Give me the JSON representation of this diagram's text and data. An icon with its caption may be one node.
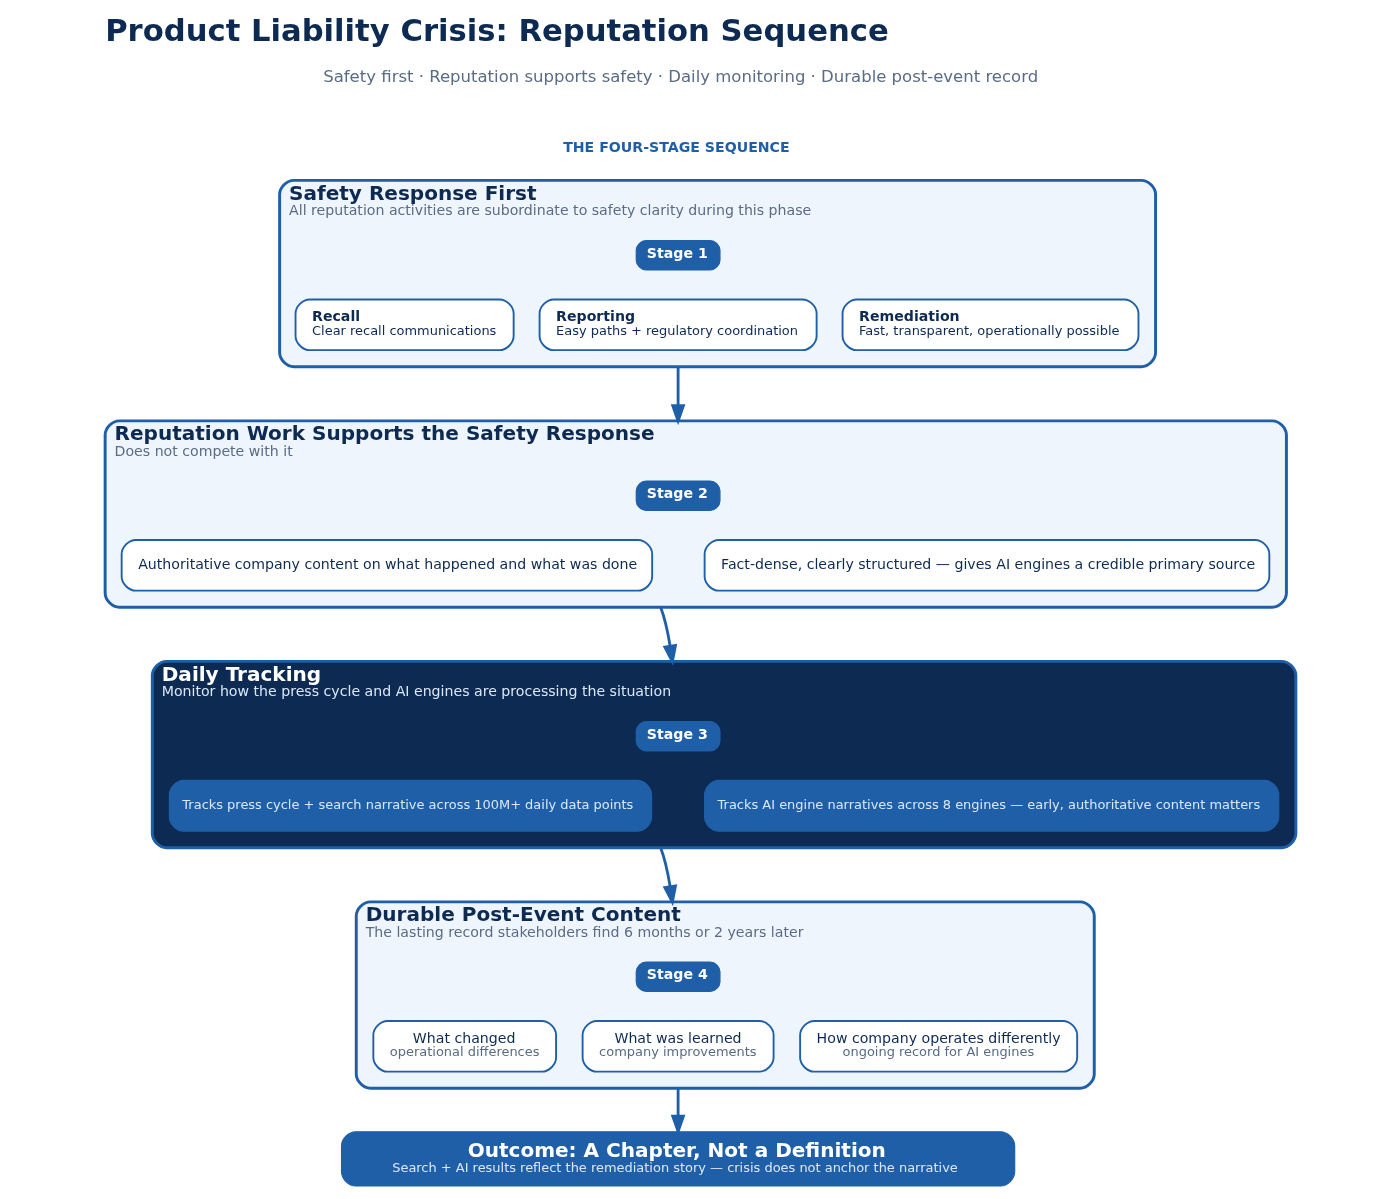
{
  "diagram": {
    "title": "Product Liability Crisis: Reputation Sequence",
    "nodes": [
      {
        "text": [
          "Safety Response First",
          "All reputation activities are subordinate to safety clarity during this phase"
        ]
      },
      {
        "text": [
          "Stage 1"
        ],
        "in": 0
      },
      {
        "text": [
          "Recall",
          "Clear recall communications"
        ],
        "in": 0
      },
      {
        "text": [
          "Reporting",
          "Easy paths + regulatory coordination"
        ],
        "in": 0
      },
      {
        "text": [
          "Remediation",
          "Fast, transparent, operationally possible"
        ],
        "in": 0
      },
      {
        "text": [
          "Reputation Work Supports the Safety Response",
          "Does not compete with it"
        ]
      },
      {
        "text": [
          "Stage 2"
        ],
        "in": 5
      },
      {
        "text": [
          "Authoritative company content on what happened and what was done"
        ],
        "in": 5
      },
      {
        "text": [
          "Fact-dense, clearly structured — gives AI engines a credible primary source"
        ],
        "in": 5
      },
      {
        "text": [
          "Daily Tracking",
          "Monitor how the press cycle and AI engines are processing the situation"
        ]
      },
      {
        "text": [
          "Stage 3"
        ],
        "in": 9
      },
      {
        "text": [
          "Tracks press cycle + search narrative across 100M+ daily data points"
        ],
        "in": 9
      },
      {
        "text": [
          "Tracks AI engine narratives across 8 engines — early, authoritative content matters"
        ],
        "in": 9
      },
      {
        "text": [
          "Durable Post-Event Content",
          "The lasting record stakeholders find 6 months or 2 years later"
        ]
      },
      {
        "text": [
          "Stage 4"
        ],
        "in": 13
      },
      {
        "text": [
          "What changed",
          "operational differences"
        ],
        "in": 13
      },
      {
        "text": [
          "What was learned",
          "company improvements"
        ],
        "in": 13
      },
      {
        "text": [
          "How company operates differently",
          "ongoing record for AI engines"
        ],
        "in": 13
      },
      {
        "text": [
          "Outcome: A Chapter, Not a Definition",
          "Search + AI results reflect the remediation story — crisis does not anchor the narrative"
        ]
      }
    ],
    "edges": [
      {
        "from": 0,
        "to": 5,
        "arrow": "to"
      },
      {
        "from": 5,
        "to": 9,
        "arrow": "to"
      },
      {
        "from": 9,
        "to": 13,
        "arrow": "to"
      },
      {
        "from": 13,
        "to": 18,
        "arrow": "to"
      }
    ],
    "labels": [
      "Safety first · Reputation supports safety · Daily monitoring · Durable post-event record",
      "THE FOUR-STAGE SEQUENCE"
    ]
  }
}
